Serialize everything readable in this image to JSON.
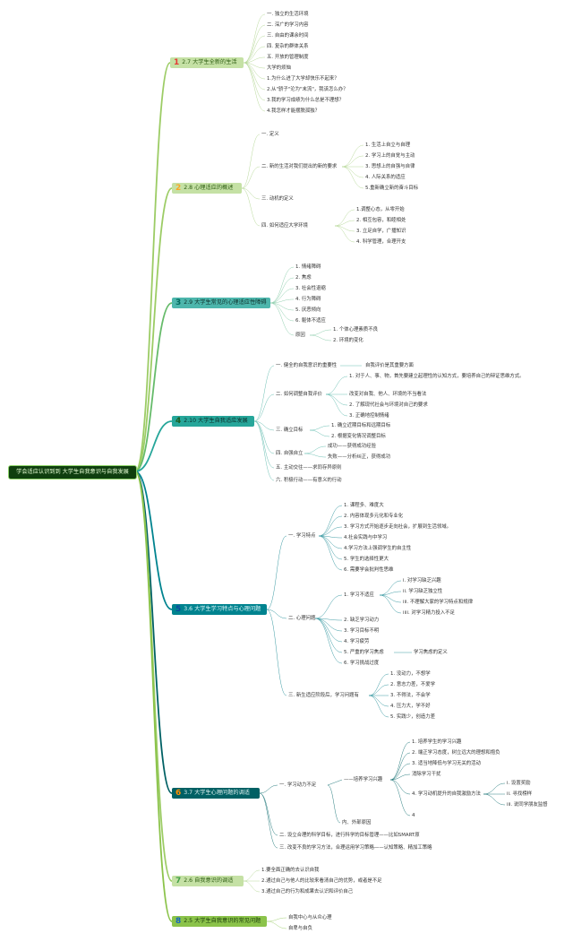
{
  "root": "学会适应认识到到 大学生自我意识与自我发展",
  "branches": [
    {
      "num": "1",
      "label": "2.7 大学生全新的生活",
      "bg": "#c5e1a5",
      "numColor": "#e53935",
      "textColor": "#2e5d12",
      "lineColor": "#9ccc65",
      "items": [
        "一. 独立的生活环境",
        "二. 深广的学习内容",
        "三. 自由的课余时间",
        "四. 复杂的群体关系",
        "五. 开放的管理制度",
        "大学的烦恼",
        "1.为什么进了大学却快乐不起来？",
        "2.从\"骄子\"沦为\"末流\"，我该怎么办？",
        "3.我的学习成绩为什么总是不理想？",
        "4.我怎样才能摆脱孤独？"
      ]
    },
    {
      "num": "2",
      "label": "2.8 心理适应的概述",
      "bg": "#c5e1a5",
      "numColor": "#f9a825",
      "textColor": "#2e5d12",
      "lineColor": "#9ccc65",
      "items": [
        "一. 定义",
        "二. 新的生活对我们提出的新的要求",
        "三. 动机的定义",
        "四. 如何适应大学环境"
      ],
      "sub2": [
        "1. 生活上自立与自理",
        "2. 学习上的自觉与主动",
        "3. 思想上的自强与自律",
        "4. 人际关系的适应",
        "5.重新确立新的奋斗目标"
      ],
      "sub4": [
        "1.调整心态，从零开始",
        "2. 相互包容，和睦相处",
        "3. 立足自学，广播知识",
        "4. 科学管理，合理开支"
      ]
    },
    {
      "num": "3",
      "label": "2.9 大学生常见的心理适应性障碍",
      "bg": "#4db6ac",
      "numColor": "#00695c",
      "textColor": "#0d2f2a",
      "lineColor": "#66bb6a",
      "items": [
        "1. 情绪障碍",
        "2. 焦虑",
        "3. 社会性退缩",
        "4. 行为障碍",
        "5. 厌恶倾向",
        "6. 躯体不适应",
        "原因"
      ],
      "reasons": [
        "1. 个体心理素质不良",
        "2. 环境的变化"
      ]
    },
    {
      "num": "4",
      "label": "2.10 大学生自我适应发展",
      "bg": "#26a69a",
      "numColor": "#1b5e20",
      "textColor": "#0b2e2a",
      "lineColor": "#26a69a",
      "items": [
        "一. 健全的自我意识的重要性",
        "二. 如何调整自我评价",
        "三. 确立目标",
        "四. 自强自立",
        "五. 主动交往——求同存异原则",
        "六. 积极行动——有意义的行动"
      ],
      "note1": "自我评价是其重要方面",
      "sub2": [
        "1. 对于人、事、物，首先要建立起理性的认知方式，要培养自己的辩证思维方式。",
        "改变对自我、他人、环境的不当看法",
        "2. 了解现代社会与环境对自己的要求",
        "3. 正确地控制情绪"
      ],
      "sub3": [
        "1. 确立近期目标和远期目标",
        "2. 根据变化情况调整目标"
      ],
      "sub4": [
        "成功——获得成功经验",
        "失败——分析纠正，获得成功"
      ]
    },
    {
      "num": "5",
      "label": "3.6 大学生学习特点与心理问题",
      "bg": "#00838f",
      "numColor": "#0d47a1",
      "textColor": "#e0f7fa",
      "lineColor": "#00838f",
      "items": [
        "一. 学习特点",
        "二. 心理问题",
        "三. 新生适应阶段后，学习问题有"
      ],
      "sub1": [
        "1. 课程多、难度大",
        "2. 内容体现多元化和专业化",
        "3. 学习方式开始逐步走向社会，扩展到生活领域。",
        "4.社会实践与中学习",
        "4.学习方法上强调学生的自主性",
        "5. 学生的选择性更大",
        "6. 需要学会批判性思维"
      ],
      "sub2": [
        "1. 学习不适应",
        "2. 缺乏学习动力",
        "3. 学习目标不明",
        "4. 学习疲劳",
        "5. 严重的学习焦虑",
        "6. 学习挑战过度"
      ],
      "sub21": [
        "i. 对学习缺乏兴趣",
        "ii. 学习缺乏独立性",
        "iii. 不理解大家的学习特点和规律",
        "iiii. 对学习精力投入不足"
      ],
      "note25": "学习焦虑的定义",
      "sub3": [
        "1. 没动力，不想学",
        "2. 意志力差，不爱学",
        "3. 不得法，不会学",
        "4. 压力大，学不好",
        "5. 实践少，创造力差"
      ]
    },
    {
      "num": "6",
      "label": "3.7 大学生心理问题的调适",
      "bg": "#006064",
      "numColor": "#ff8f00",
      "textColor": "#e0f2f1",
      "lineColor": "#006064",
      "items": [
        "一. 学习动力不足",
        "二. 设立合理的科学目标，进行科学的目标管理——比如SMART原",
        "三. 改变不良的学习方法，合理运用学习策略——认知策略、精加工策略"
      ],
      "inner": "——培养学习兴趣",
      "outer": "内、外部原因",
      "sub1": [
        "1. 培养学生的学习兴趣",
        "2. 端正学习态度，树立远大的理想和抱负",
        "3. 适当地降低与学习无关的活动",
        "消除学习干扰",
        "4. 学习动机提升的自我激励方法",
        "4"
      ],
      "sub14": [
        "i. 设置奖励",
        "ii. 寻找榜样",
        "iii. 说同学朋友监督"
      ]
    },
    {
      "num": "7",
      "label": "2.6 自我意识的调适",
      "bg": "#c5e1a5",
      "numColor": "#43a047",
      "textColor": "#2e5d12",
      "lineColor": "#9ccc65",
      "items": [
        "1.要全面正确的去认识自我",
        "2.通过自己与他人的比较来看清自己的优势，或者是不足",
        "3.通过自己的行为和成果去认识和评价自己"
      ]
    },
    {
      "num": "8",
      "label": "2.5 大学生自我意识的常见问题",
      "bg": "#8bc34a",
      "numColor": "#1565c0",
      "textColor": "#1b3d0a",
      "lineColor": "#8bc34a",
      "items": [
        "自我中心与从众心理",
        "自卑与自负"
      ]
    }
  ]
}
